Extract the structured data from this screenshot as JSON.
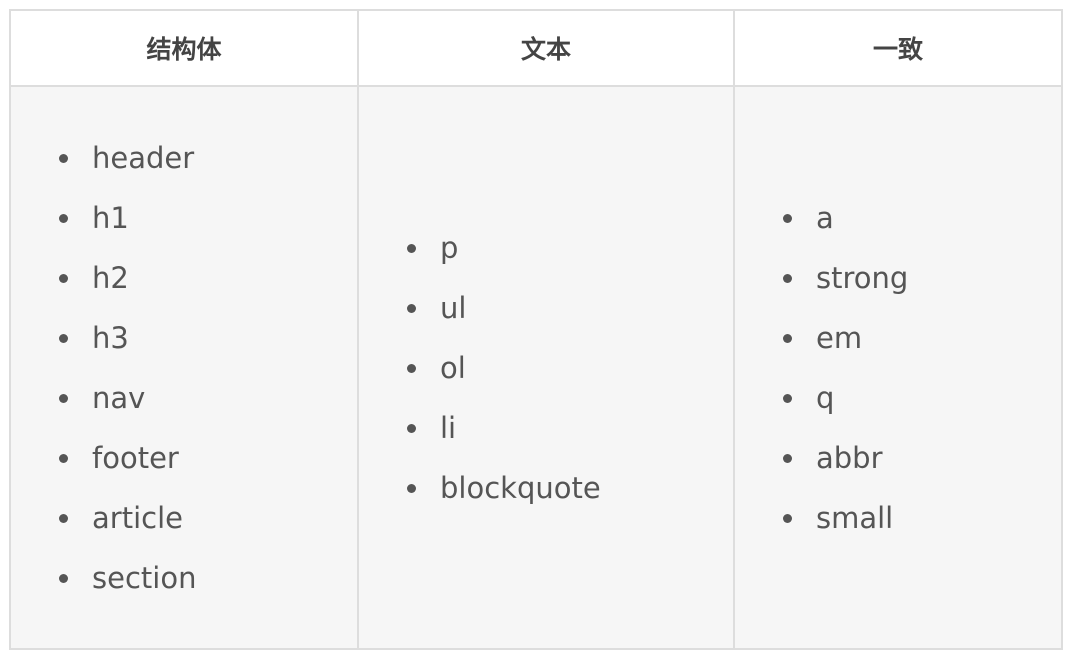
{
  "table": {
    "headers": [
      "结构体",
      "文本",
      "一致"
    ],
    "columns": [
      [
        "header",
        "h1",
        "h2",
        "h3",
        "nav",
        "footer",
        "article",
        "section"
      ],
      [
        "p",
        "ul",
        "ol",
        "li",
        "blockquote"
      ],
      [
        "a",
        "strong",
        "em",
        "q",
        "abbr",
        "small"
      ]
    ]
  }
}
